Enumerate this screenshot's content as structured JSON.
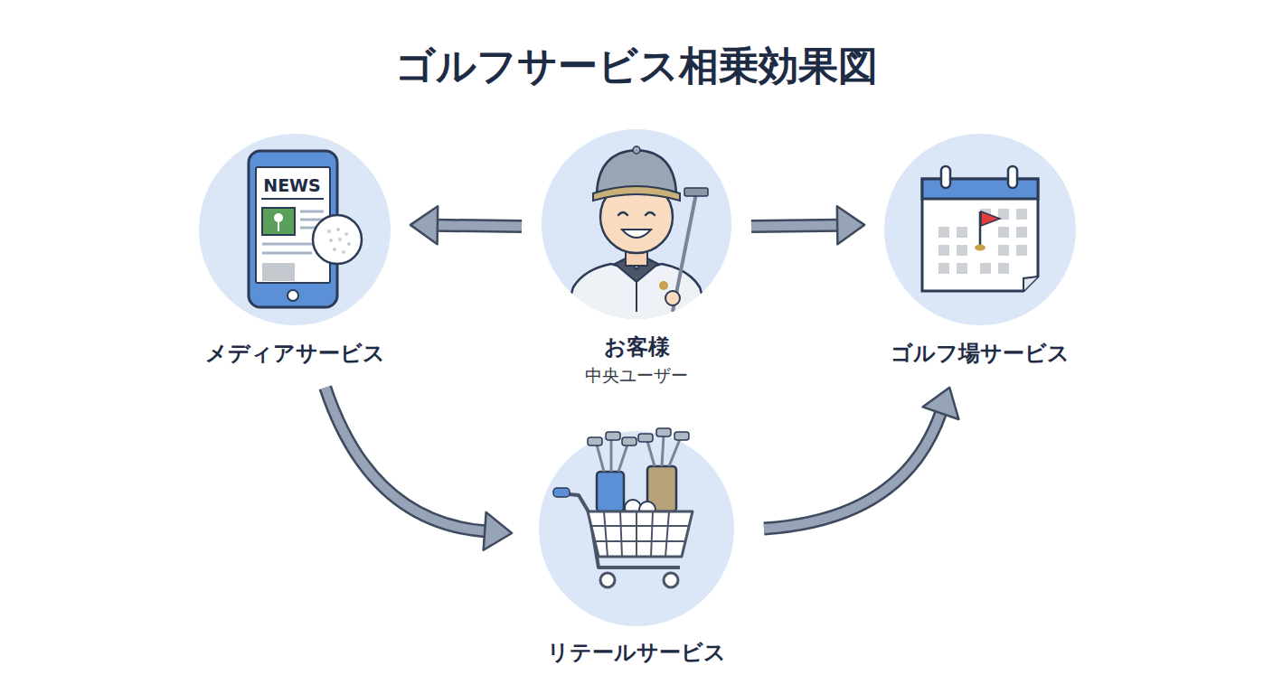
{
  "diagram": {
    "title": "ゴルフサービス相乗効果図",
    "nodes": [
      {
        "text": [
          "メディアサービス"
        ]
      },
      {
        "text": [
          "お客様",
          "中央ユーザー"
        ]
      },
      {
        "text": [
          "ゴルフ場サービス"
        ]
      },
      {
        "text": [
          "リテールサービス"
        ]
      }
    ],
    "edges": [
      {
        "from": 1,
        "to": 0,
        "arrow": "to"
      },
      {
        "from": 1,
        "to": 2,
        "arrow": "to"
      },
      {
        "from": 0,
        "to": 3,
        "arrow": "to"
      },
      {
        "from": 3,
        "to": 2,
        "arrow": "to"
      }
    ],
    "labels": [
      "NEWS"
    ]
  }
}
